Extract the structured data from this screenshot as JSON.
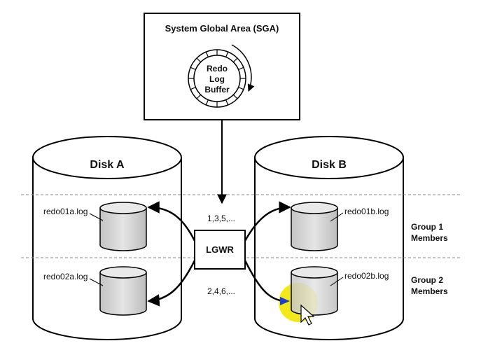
{
  "sga": {
    "title": "System Global Area (SGA)",
    "buffer_lines": [
      "Redo",
      "Log",
      "Buffer"
    ]
  },
  "disks": {
    "a_label": "Disk A",
    "b_label": "Disk B"
  },
  "lgwr": {
    "label": "LGWR"
  },
  "sequences": {
    "group1": "1,3,5,...",
    "group2": "2,4,6,..."
  },
  "files": {
    "redo01a": "redo01a.log",
    "redo02a": "redo02a.log",
    "redo01b": "redo01b.log",
    "redo02b": "redo02b.log"
  },
  "groups": {
    "group1_line1": "Group 1",
    "group1_line2": "Members",
    "group2_line1": "Group 2",
    "group2_line2": "Members"
  },
  "colors": {
    "cylinder_fill": "#d4d4d4",
    "cursor_highlight": "#f2e600",
    "arrow_accent": "#1a3fd6"
  }
}
